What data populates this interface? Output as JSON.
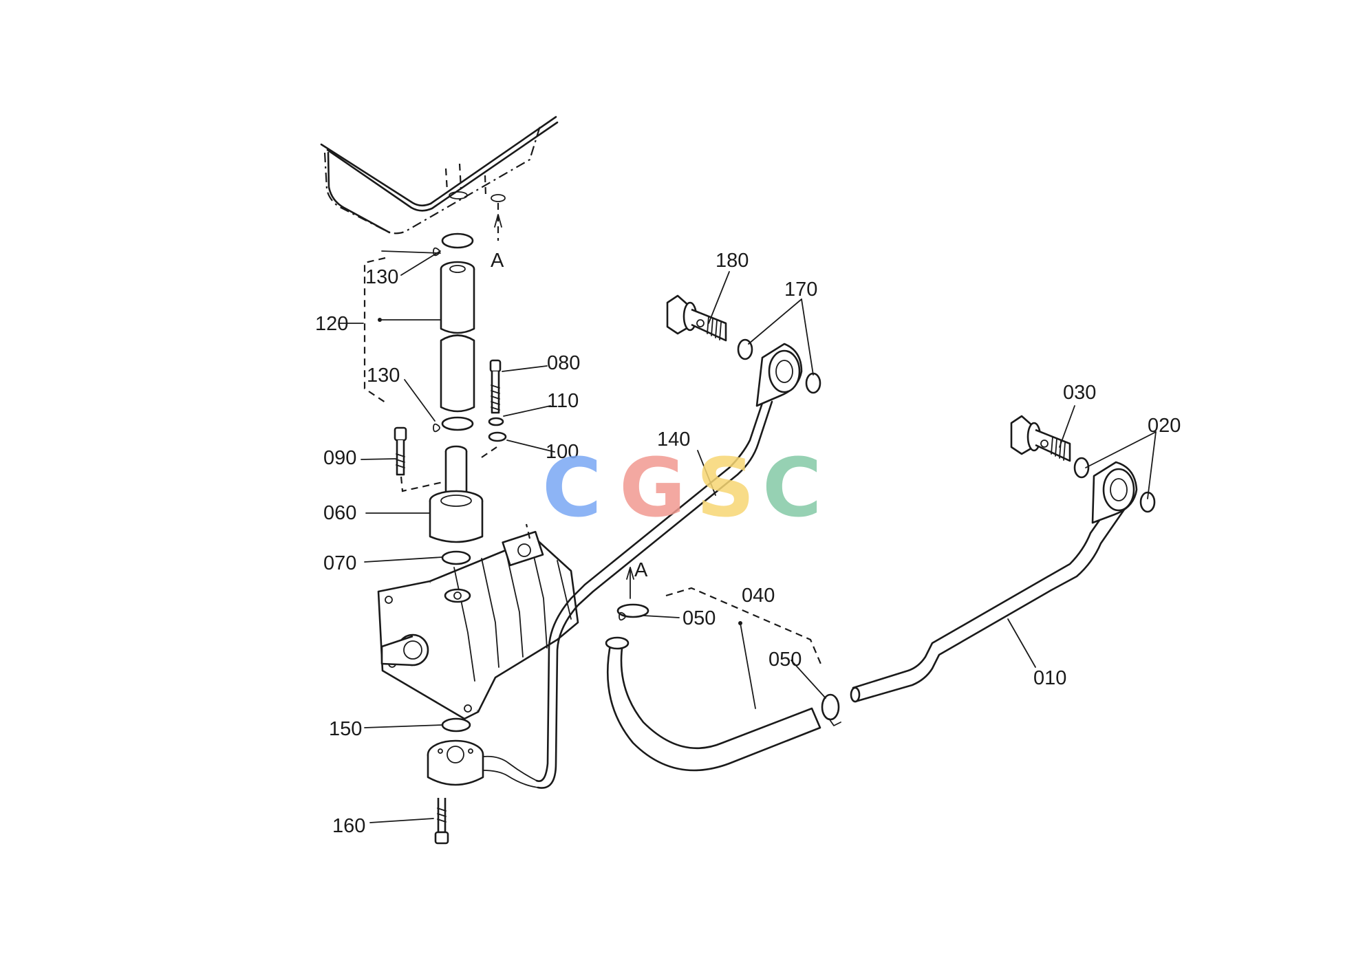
{
  "callouts": {
    "p180": "180",
    "p170": "170",
    "p130_top": "130",
    "p120": "120",
    "p130_mid": "130",
    "p080": "080",
    "p110": "110",
    "p100": "100",
    "p090": "090",
    "p060": "060",
    "p070": "070",
    "p150": "150",
    "p160": "160",
    "p140": "140",
    "p050_top": "050",
    "p040": "040",
    "p050_mid": "050",
    "p030": "030",
    "p020": "020",
    "p010": "010"
  },
  "refs": {
    "a_top": "A",
    "a_mid": "A"
  },
  "watermark": {
    "letters": [
      "C",
      "G",
      "S",
      "C"
    ],
    "colors": [
      "#7aa7f4",
      "#f29a91",
      "#f7d774",
      "#84c9a6"
    ]
  }
}
